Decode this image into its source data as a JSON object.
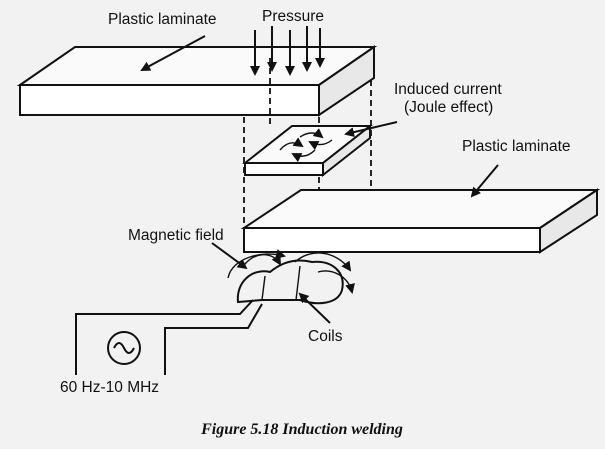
{
  "labels": {
    "plastic_laminate_top": "Plastic laminate",
    "pressure": "Pressure",
    "induced_current_line1": "Induced current",
    "induced_current_line2": "(Joule effect)",
    "plastic_laminate_bottom": "Plastic laminate",
    "magnetic_field": "Magnetic field",
    "coils": "Coils",
    "frequency": "60 Hz-10 MHz"
  },
  "caption": "Figure 5.18 Induction welding",
  "colors": {
    "background": "#f2f2f2",
    "ink": "#111111"
  },
  "icons": {
    "source": "ac-source-icon"
  }
}
